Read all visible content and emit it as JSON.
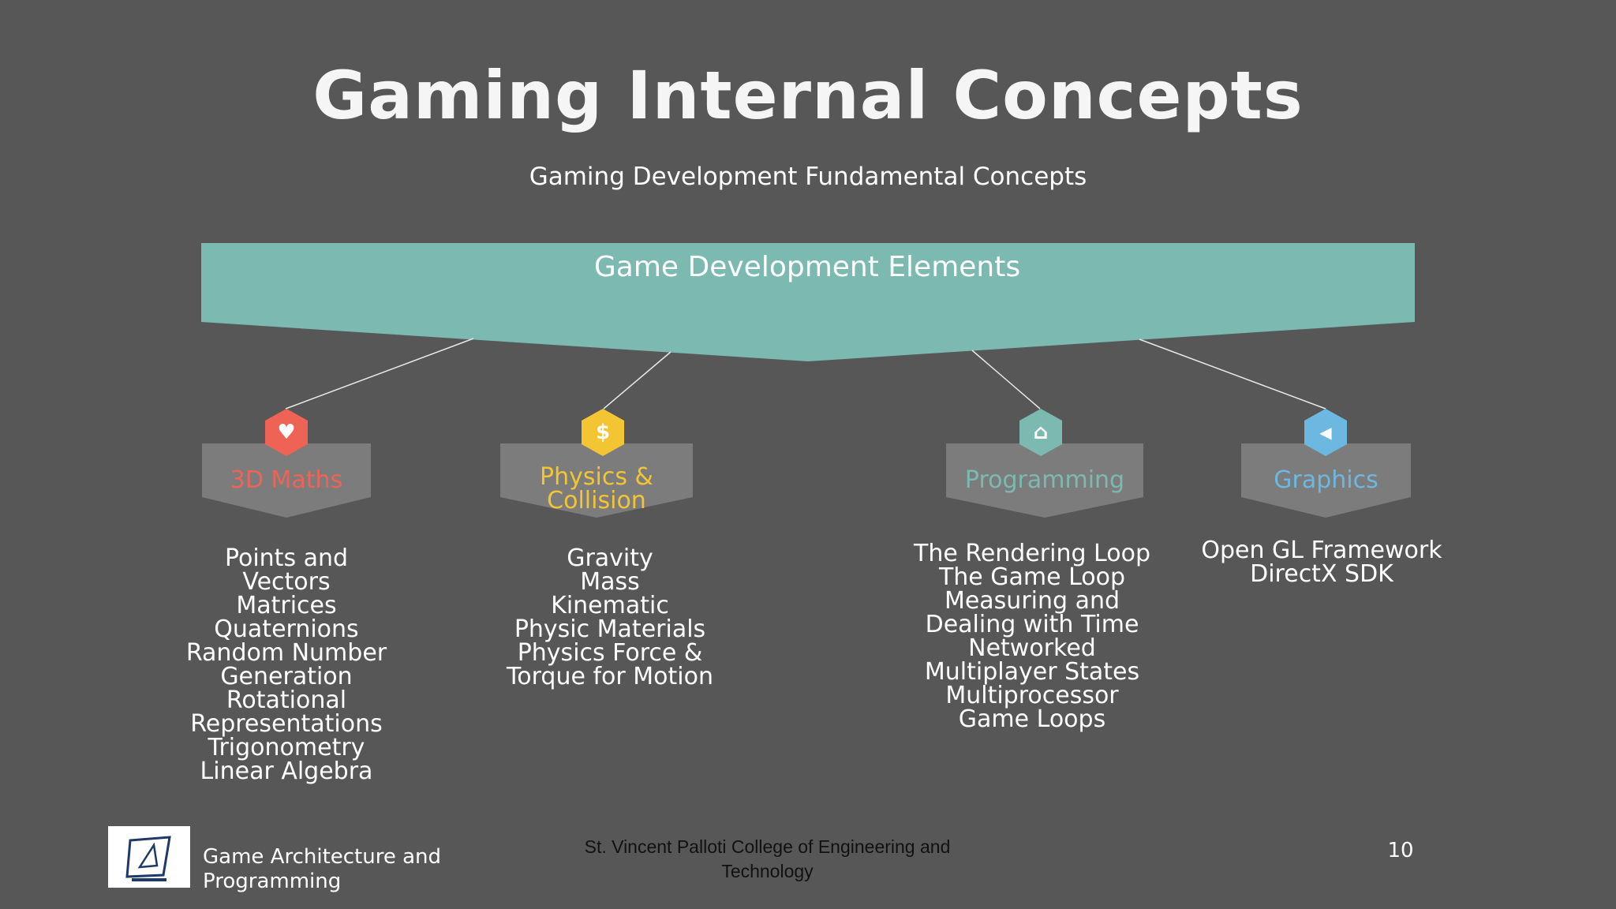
{
  "slide": {
    "title": "Gaming Internal Concepts",
    "subtitle": "Gaming Development Fundamental Concepts"
  },
  "diagram": {
    "root": {
      "label": "Game Development Elements",
      "color": "#7bb9b1"
    },
    "nodes": [
      {
        "label": "3D Maths",
        "icon": "heart-icon",
        "glyph": "♥",
        "color": "#ee6355",
        "items": [
          "Points and",
          "Vectors",
          "Matrices",
          "Quaternions",
          "Random Number",
          "Generation",
          "Rotational",
          "Representations",
          "Trigonometry",
          "Linear Algebra"
        ]
      },
      {
        "label": "Physics & Collision",
        "label_lines": [
          "Physics &",
          "Collision"
        ],
        "icon": "dollar-icon",
        "glyph": "$",
        "color": "#f3c533",
        "items": [
          "Gravity",
          "Mass",
          "Kinematic",
          "Physic Materials",
          "Physics Force &",
          "Torque for Motion"
        ]
      },
      {
        "label": "Programming",
        "icon": "home-icon",
        "glyph": "⌂",
        "color": "#7bb9b1",
        "items": [
          "The Rendering Loop",
          "The Game Loop",
          "Measuring and",
          "Dealing with Time",
          "Networked",
          "Multiplayer States",
          "Multiprocessor",
          "Game Loops"
        ]
      },
      {
        "label": "Graphics",
        "icon": "megaphone-icon",
        "glyph": "◀",
        "color": "#6cb8e0",
        "items": [
          "Open GL Framework",
          "DirectX SDK"
        ]
      }
    ]
  },
  "footer": {
    "course": "Game Architecture and Programming",
    "college": "St. Vincent Palloti College of Engineering and Technology",
    "page_number": "10"
  }
}
